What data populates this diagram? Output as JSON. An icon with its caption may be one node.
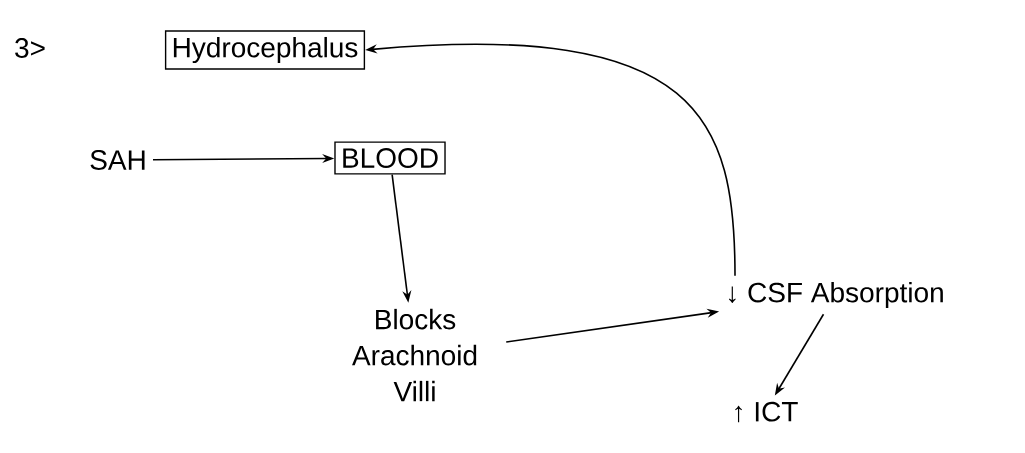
{
  "diagram": {
    "nodes": [
      {
        "text": [
          "Hydrocephalus"
        ]
      },
      {
        "text": [
          "SAH"
        ]
      },
      {
        "text": [
          "BLOOD"
        ]
      },
      {
        "text": [
          "Blocks Arachnoid Villi"
        ]
      },
      {
        "text": [
          "↓ CSF Absorption"
        ]
      },
      {
        "text": [
          "↑ ICT"
        ]
      }
    ],
    "edges": [
      {
        "from": 1,
        "to": 2,
        "arrow": "to"
      },
      {
        "from": 2,
        "to": 3,
        "arrow": "to"
      },
      {
        "from": 3,
        "to": 4,
        "arrow": "to"
      },
      {
        "from": 4,
        "to": 5,
        "arrow": "to"
      },
      {
        "from": 4,
        "to": 0,
        "arrow": "to"
      }
    ],
    "labels": [
      "3>"
    ]
  }
}
